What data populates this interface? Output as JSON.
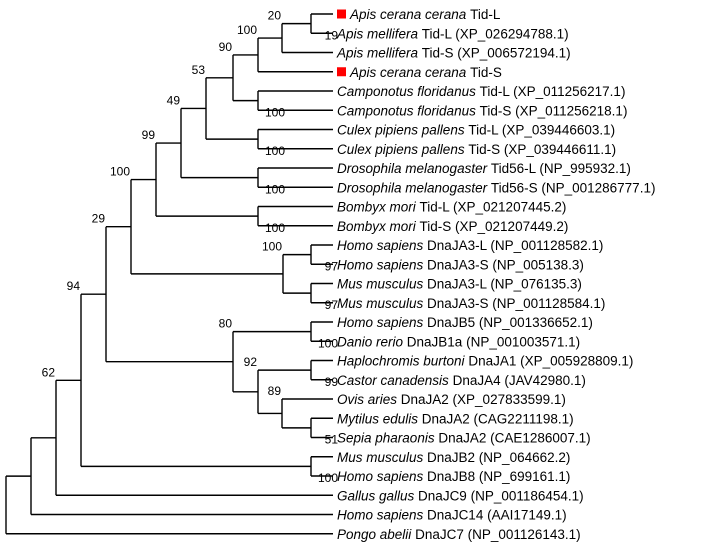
{
  "taxa": [
    {
      "id": "t1",
      "species": "Apis cerana cerana",
      "gene": " Tid-L",
      "marker": true
    },
    {
      "id": "t2",
      "species": "Apis mellifera",
      "gene": " Tid-L (XP_026294788.1)",
      "marker": false
    },
    {
      "id": "t3",
      "species": "Apis mellifera",
      "gene": " Tid-S (XP_006572194.1)",
      "marker": false
    },
    {
      "id": "t4",
      "species": "Apis cerana cerana",
      "gene": " Tid-S",
      "marker": true
    },
    {
      "id": "t5",
      "species": "Camponotus floridanus",
      "gene": " Tid-L (XP_011256217.1)",
      "marker": false
    },
    {
      "id": "t6",
      "species": "Camponotus floridanus",
      "gene": " Tid-S (XP_011256218.1)",
      "marker": false
    },
    {
      "id": "t7",
      "species": "Culex pipiens pallens",
      "gene": " Tid-L (XP_039446603.1)",
      "marker": false
    },
    {
      "id": "t8",
      "species": "Culex pipiens pallens",
      "gene": " Tid-S (XP_039446611.1)",
      "marker": false
    },
    {
      "id": "t9",
      "species": "Drosophila melanogaster",
      "gene": " Tid56-L (NP_995932.1)",
      "marker": false
    },
    {
      "id": "t10",
      "species": "Drosophila melanogaster",
      "gene": " Tid56-S (NP_001286777.1)",
      "marker": false
    },
    {
      "id": "t11",
      "species": "Bombyx mori",
      "gene": " Tid-L (XP_021207445.2)",
      "marker": false
    },
    {
      "id": "t12",
      "species": "Bombyx mori",
      "gene": " Tid-S (XP_021207449.2)",
      "marker": false
    },
    {
      "id": "t13",
      "species": "Homo sapiens",
      "gene": " DnaJA3-L (NP_001128582.1)",
      "marker": false
    },
    {
      "id": "t14",
      "species": "Homo sapiens",
      "gene": " DnaJA3-S (NP_005138.3)",
      "marker": false
    },
    {
      "id": "t15",
      "species": "Mus musculus",
      "gene": " DnaJA3-L (NP_076135.3)",
      "marker": false
    },
    {
      "id": "t16",
      "species": "Mus musculus",
      "gene": " DnaJA3-S (NP_001128584.1)",
      "marker": false
    },
    {
      "id": "t17",
      "species": "Homo sapiens",
      "gene": " DnaJB5 (NP_001336652.1)",
      "marker": false
    },
    {
      "id": "t18",
      "species": "Danio rerio",
      "gene": " DnaJB1a (NP_001003571.1)",
      "marker": false
    },
    {
      "id": "t19",
      "species": "Haplochromis burtoni",
      "gene": " DnaJA1 (XP_005928809.1)",
      "marker": false
    },
    {
      "id": "t20",
      "species": "Castor canadensis",
      "gene": " DnaJA4 (JAV42980.1)",
      "marker": false
    },
    {
      "id": "t21",
      "species": "Ovis aries",
      "gene": " DnaJA2 (XP_027833599.1)",
      "marker": false
    },
    {
      "id": "t22",
      "species": "Mytilus edulis",
      "gene": " DnaJA2 (CAG2211198.1)",
      "marker": false
    },
    {
      "id": "t23",
      "species": "Sepia pharaonis",
      "gene": " DnaJA2 (CAE1286007.1)",
      "marker": false
    },
    {
      "id": "t24",
      "species": "Mus musculus",
      "gene": " DnaJB2 (NP_064662.2)",
      "marker": false
    },
    {
      "id": "t25",
      "species": "Homo sapiens",
      "gene": " DnaJB8 (NP_699161.1)",
      "marker": false
    },
    {
      "id": "t26",
      "species": "Gallus gallus",
      "gene": " DnaJC9 (NP_001186454.1)",
      "marker": false
    },
    {
      "id": "t27",
      "species": "Homo sapiens",
      "gene": " DnaJC14 (AAI17149.1)",
      "marker": false
    },
    {
      "id": "t28",
      "species": "Pongo abelii",
      "gene": " DnaJC7 (NP_001126143.1)",
      "marker": false
    }
  ],
  "nodes": [
    {
      "id": "n_t1_t2",
      "children": [
        "t1",
        "t2"
      ],
      "bootstrap": "19"
    },
    {
      "id": "n_am",
      "children": [
        "n_t1_t2",
        "t3"
      ],
      "bootstrap": "20"
    },
    {
      "id": "n_apis",
      "children": [
        "n_am",
        "t4"
      ],
      "bootstrap": "100"
    },
    {
      "id": "n_camp",
      "children": [
        "t5",
        "t6"
      ],
      "bootstrap": "100"
    },
    {
      "id": "n_hym",
      "children": [
        "n_apis",
        "n_camp"
      ],
      "bootstrap": "90"
    },
    {
      "id": "n_culex",
      "children": [
        "t7",
        "t8"
      ],
      "bootstrap": "100"
    },
    {
      "id": "n_c53",
      "children": [
        "n_hym",
        "n_culex"
      ],
      "bootstrap": "53"
    },
    {
      "id": "n_dros",
      "children": [
        "t9",
        "t10"
      ],
      "bootstrap": "100"
    },
    {
      "id": "n_c49",
      "children": [
        "n_c53",
        "n_dros"
      ],
      "bootstrap": "49"
    },
    {
      "id": "n_bomb",
      "children": [
        "t11",
        "t12"
      ],
      "bootstrap": "100"
    },
    {
      "id": "n_ins",
      "children": [
        "n_c49",
        "n_bomb"
      ],
      "bootstrap": "99"
    },
    {
      "id": "n_hs3",
      "children": [
        "t13",
        "t14"
      ],
      "bootstrap": "97"
    },
    {
      "id": "n_mm3",
      "children": [
        "t15",
        "t16"
      ],
      "bootstrap": "97"
    },
    {
      "id": "n_ja3",
      "children": [
        "n_hs3",
        "n_mm3"
      ],
      "bootstrap": "100"
    },
    {
      "id": "n_tid",
      "children": [
        "n_ins",
        "n_ja3"
      ],
      "bootstrap": "100"
    },
    {
      "id": "n_jb5",
      "children": [
        "t17",
        "t18"
      ],
      "bootstrap": "100"
    },
    {
      "id": "n_ja1",
      "children": [
        "t19",
        "t20"
      ],
      "bootstrap": "99"
    },
    {
      "id": "n_moll",
      "children": [
        "t22",
        "t23"
      ],
      "bootstrap": "51"
    },
    {
      "id": "n_ja2",
      "children": [
        "t21",
        "n_moll"
      ],
      "bootstrap": "89"
    },
    {
      "id": "n_c92",
      "children": [
        "n_ja1",
        "n_ja2"
      ],
      "bootstrap": "92"
    },
    {
      "id": "n_c80",
      "children": [
        "n_jb5",
        "n_c92"
      ],
      "bootstrap": "80"
    },
    {
      "id": "n_c29",
      "children": [
        "n_tid",
        "n_c80"
      ],
      "bootstrap": "29"
    },
    {
      "id": "n_jb28",
      "children": [
        "t24",
        "t25"
      ],
      "bootstrap": "100"
    },
    {
      "id": "n_c94",
      "children": [
        "n_c29",
        "n_jb28"
      ],
      "bootstrap": "94"
    },
    {
      "id": "n_c62",
      "children": [
        "n_c94",
        "t26"
      ],
      "bootstrap": "62"
    },
    {
      "id": "n_c14",
      "children": [
        "n_c62",
        "t27"
      ],
      "bootstrap": ""
    },
    {
      "id": "root",
      "children": [
        "n_c14",
        "t28"
      ],
      "bootstrap": ""
    }
  ],
  "colors": {
    "branch": "#000000",
    "text": "#000000",
    "marker": "#ff0000"
  }
}
